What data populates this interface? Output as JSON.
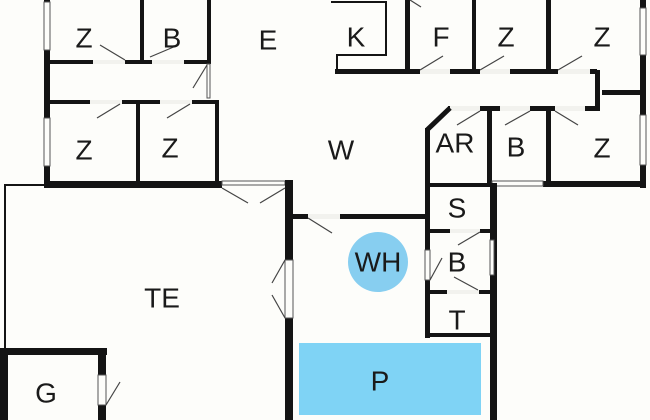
{
  "rooms": [
    {
      "id": "bedroom-1",
      "label": "Z"
    },
    {
      "id": "bathroom-1",
      "label": "B"
    },
    {
      "id": "entrance",
      "label": "E"
    },
    {
      "id": "kitchen",
      "label": "K"
    },
    {
      "id": "f-room",
      "label": "F"
    },
    {
      "id": "bedroom-2",
      "label": "Z"
    },
    {
      "id": "bedroom-3",
      "label": "Z"
    },
    {
      "id": "bedroom-4",
      "label": "Z"
    },
    {
      "id": "bedroom-5",
      "label": "Z"
    },
    {
      "id": "living",
      "label": "W"
    },
    {
      "id": "utility",
      "label": "AR"
    },
    {
      "id": "bathroom-2",
      "label": "B"
    },
    {
      "id": "bedroom-6",
      "label": "Z"
    },
    {
      "id": "sauna",
      "label": "S"
    },
    {
      "id": "whirlpool",
      "label": "WH"
    },
    {
      "id": "bathroom-3",
      "label": "B"
    },
    {
      "id": "toilet",
      "label": "T"
    },
    {
      "id": "terrace",
      "label": "TE"
    },
    {
      "id": "pool",
      "label": "P"
    },
    {
      "id": "garage",
      "label": "G"
    }
  ],
  "colors": {
    "water": "#7fd3f5",
    "whirlpool": "#87cef0",
    "wall": "#141414"
  }
}
